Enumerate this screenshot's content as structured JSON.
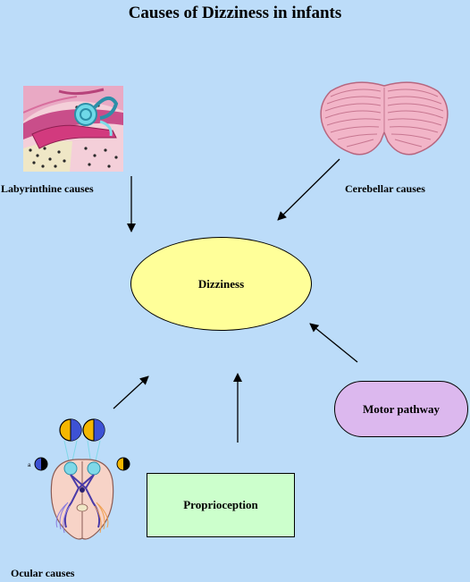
{
  "title": "Causes of Dizziness in infants",
  "labels": {
    "labyrinthine": "Labyrinthine causes",
    "cerebellar": "Cerebellar causes",
    "ocular": "Ocular causes"
  },
  "nodes": {
    "center": "Dizziness",
    "motor": "Motor pathway",
    "proprioception": "Proprioception"
  },
  "colors": {
    "background": "#bcdcf9",
    "center_fill": "#ffff99",
    "motor_fill": "#dcb8ee",
    "proprioception_fill": "#ccffcc",
    "arrow": "#000000"
  },
  "icons": {
    "inner_ear": "inner-ear-illustration",
    "cerebellum": "cerebellum-illustration",
    "visual_pathway": "visual-pathway-illustration"
  }
}
